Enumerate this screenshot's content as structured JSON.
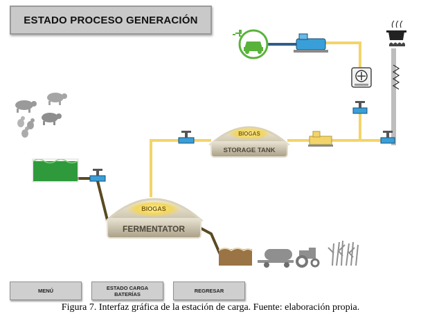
{
  "screen": {
    "title": "ESTADO PROCESO GENERACIÓN"
  },
  "tanks": {
    "fermentator_gas_label": "BIOGAS",
    "fermentator_label": "FERMENTATOR",
    "storage_gas_label": "BIOGAS",
    "storage_label": "STORAGE TANK"
  },
  "buttons": {
    "menu": "MENÚ",
    "battery_state": "ESTADO CARGA\nBATERÍAS",
    "back": "REGRESAR"
  },
  "caption": "Figura 7. Interfaz gráfica de la estación de carga. Fuente: elaboración propia.",
  "icons": [
    "pig-icon",
    "chicken-icon",
    "water-tank-icon",
    "valve-icon",
    "biogas-dome-icon",
    "compressor-icon",
    "fan-cooler-icon",
    "cooking-pot-icon",
    "flame-icon",
    "electric-car-icon",
    "fertilizer-box-icon",
    "tanker-truck-icon",
    "tractor-icon",
    "crops-icon"
  ],
  "colors": {
    "pipe_gas": "#f3d46a",
    "pipe_slurry": "#5a4a22",
    "pipe_electric": "#2f5d8a",
    "liquid_green": "#2f9a3c",
    "dome_fill": "#c9c1aa",
    "accent_green": "#59b33a",
    "device_blue": "#3a9fd8"
  }
}
